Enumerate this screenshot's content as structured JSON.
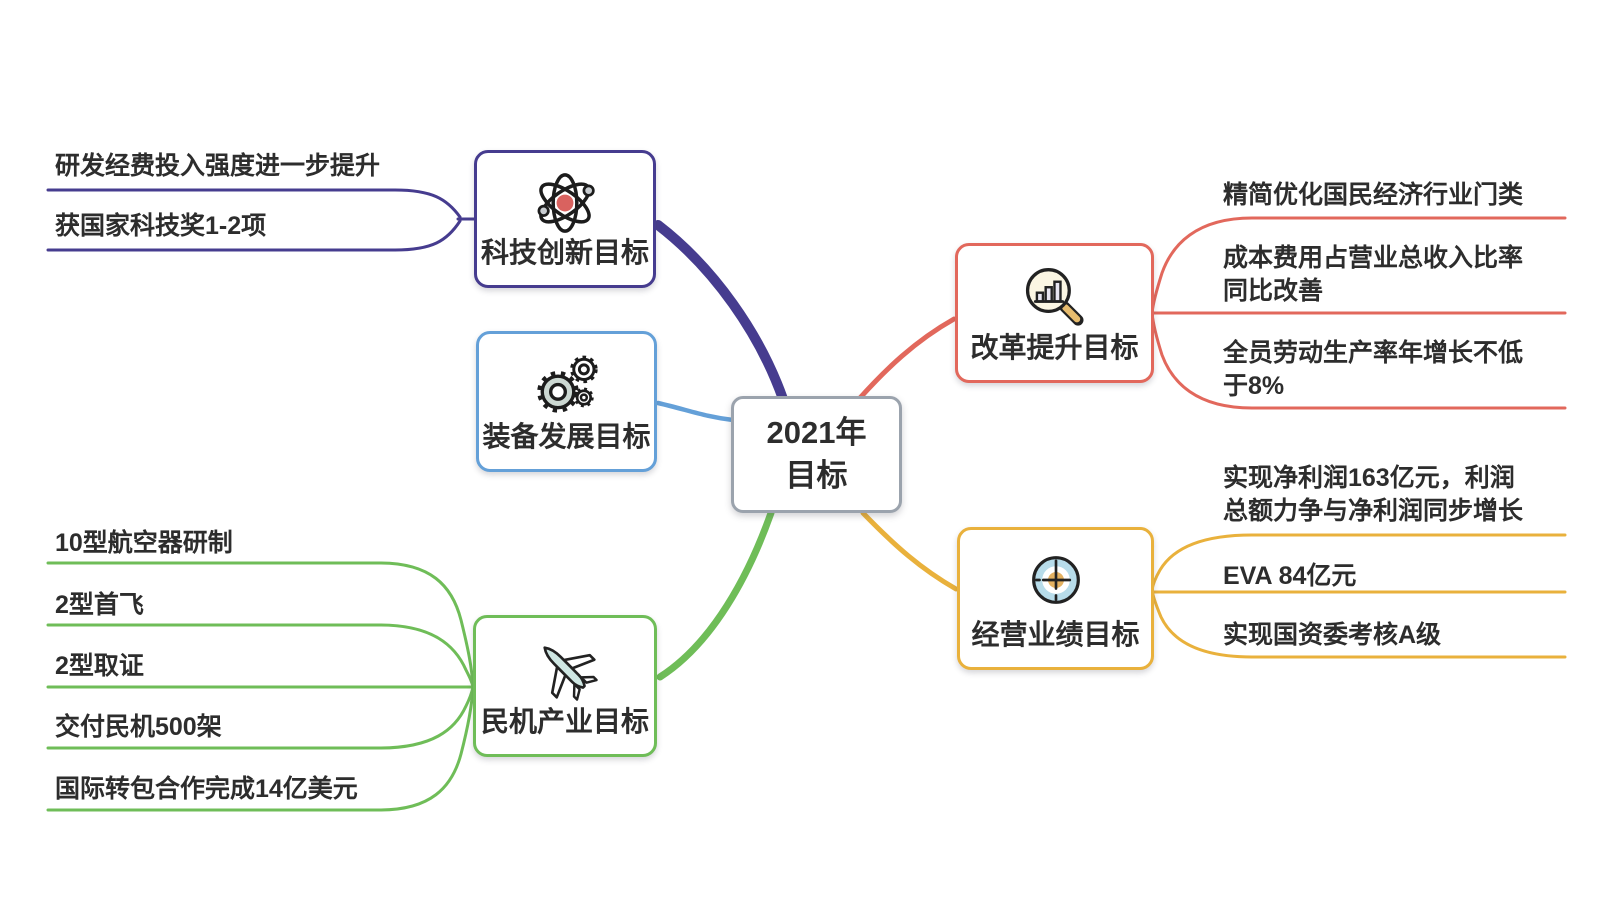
{
  "root": {
    "line1": "2021年",
    "line2": "目标"
  },
  "branches": [
    {
      "id": "tech",
      "label": "科技创新目标",
      "color": "#463c8f",
      "icon": "atom-icon",
      "leaves": [
        "研发经费投入强度进一步提升",
        "获国家科技奖1-2项"
      ]
    },
    {
      "id": "equipment",
      "label": "装备发展目标",
      "color": "#64a0d8",
      "icon": "gears-icon",
      "leaves": []
    },
    {
      "id": "civil-aircraft",
      "label": "民机产业目标",
      "color": "#6fbd58",
      "icon": "airplane-icon",
      "leaves": [
        "10型航空器研制",
        "2型首飞",
        "2型取证",
        "交付民机500架",
        "国际转包合作完成14亿美元"
      ]
    },
    {
      "id": "reform",
      "label": "改革提升目标",
      "color": "#e2685c",
      "icon": "magnifier-chart-icon",
      "leaves": [
        "精简优化国民经济行业门类",
        "成本费用占营业总收入比率同比改善",
        "全员劳动生产率年增长不低于8%"
      ]
    },
    {
      "id": "performance",
      "label": "经营业绩目标",
      "color": "#e9b13c",
      "icon": "target-icon",
      "leaves": [
        "实现净利润163亿元，利润总额力争与净利润同步增长",
        "EVA 84亿元",
        "实现国资委考核A级"
      ]
    }
  ],
  "colors": {
    "purple": "#463c8f",
    "blue": "#64a0d8",
    "green": "#6fbd58",
    "red": "#e2685c",
    "yellow": "#e9b13c",
    "center_border": "#9ba3ad",
    "text": "#2d2d2d"
  }
}
